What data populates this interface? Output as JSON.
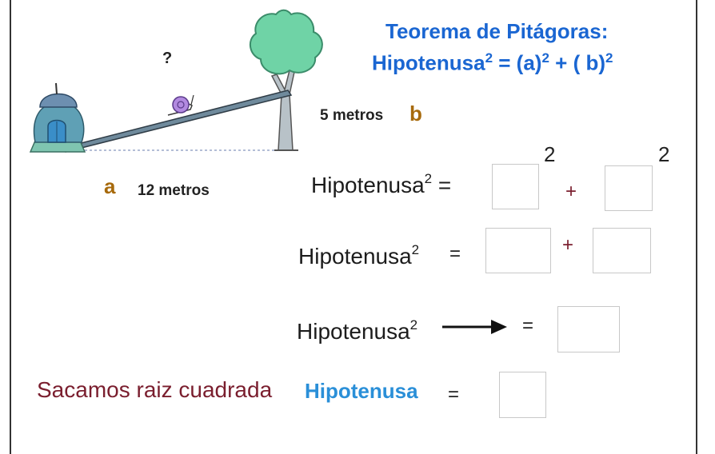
{
  "title": {
    "line1": "Teorema de Pitágoras:",
    "hyp": "Hipotenusa",
    "rest": " = (a)",
    "rest2": " + ( b)",
    "exp": "2"
  },
  "diagram": {
    "question": "?",
    "vertical_label": "5 metros",
    "vertical_letter": "b",
    "horizontal_letter": "a",
    "horizontal_label": "12 metros"
  },
  "equations": {
    "hyp": "Hipotenusa",
    "exp": "2",
    "equals": "=",
    "plus": "+",
    "box_exp": "2"
  },
  "final": {
    "text": "Sacamos raiz cuadrada",
    "hyp": "Hipotenusa",
    "equals": "="
  }
}
